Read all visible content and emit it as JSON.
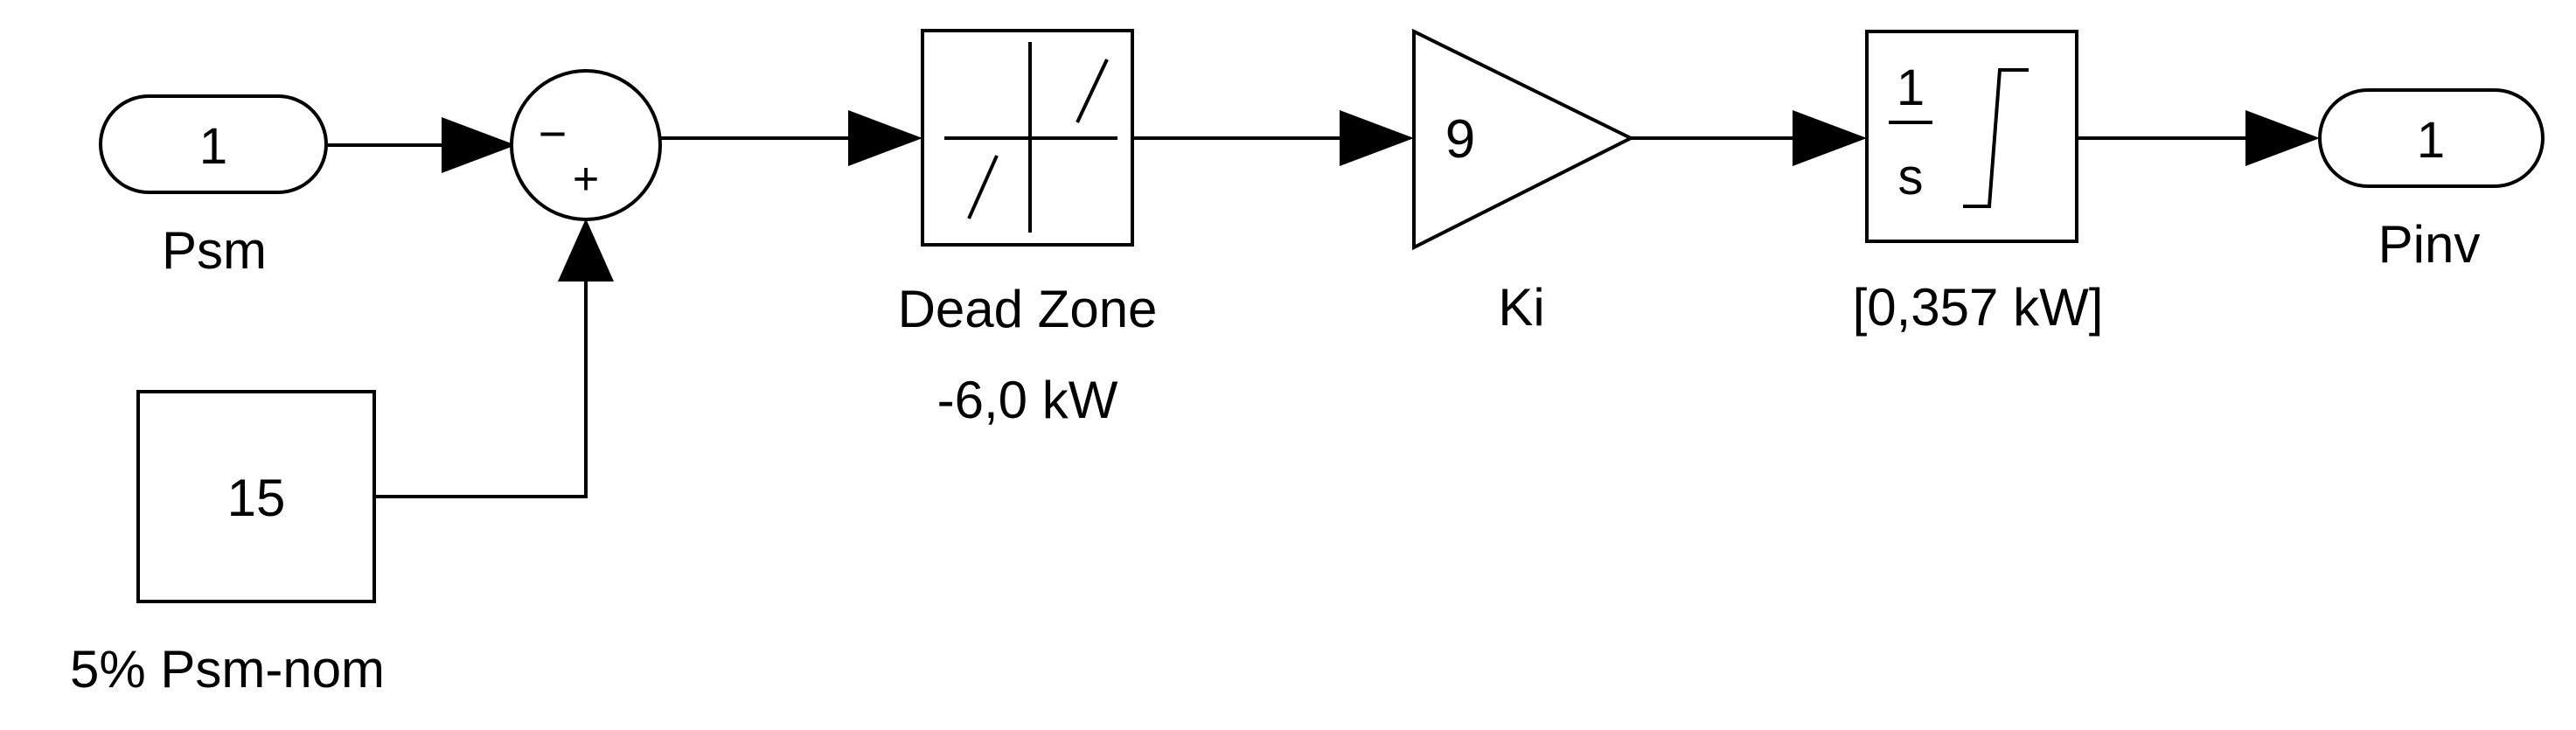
{
  "diagram": {
    "inport": {
      "number": "1",
      "name": "Psm"
    },
    "sum": {
      "minus_sign": "−",
      "plus_sign": "+"
    },
    "constant": {
      "value": "15",
      "name": "5% Psm-nom"
    },
    "dead_zone": {
      "name_line1": "Dead Zone",
      "name_line2": "-6,0 kW"
    },
    "gain": {
      "value": "9",
      "name": "Ki"
    },
    "integrator": {
      "numerator": "1",
      "denominator": "s",
      "name": "[0,357 kW]"
    },
    "outport": {
      "number": "1",
      "name": "Pinv"
    }
  }
}
